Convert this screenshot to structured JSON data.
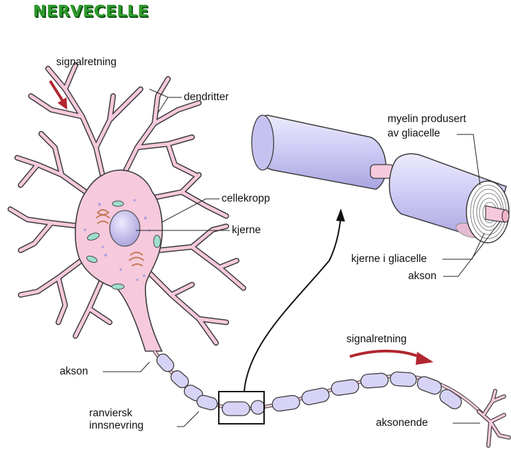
{
  "title": "NERVECELLE",
  "labels": {
    "signal_top": "signalretning",
    "dendrites": "dendritter",
    "cell_body": "cellekropp",
    "nucleus": "kjerne",
    "axon_left": "akson",
    "node_line1": "ranviersk",
    "node_line2": "innsnevring",
    "signal_bottom": "signalretning",
    "axon_terminal": "aksonende",
    "myelin_line1": "myelin produsert",
    "myelin_line2": "av gliacelle",
    "glia_nucleus": "kjerne i gliacelle",
    "axon_right": "akson"
  },
  "colors": {
    "title": "#2e9a2c",
    "neuron": "#f6c9dc",
    "neuron_outline": "#3a3a3a",
    "nucleus": "#b9b3e0",
    "myelin": "#cfcdf4",
    "arrow": "#b1262f"
  }
}
